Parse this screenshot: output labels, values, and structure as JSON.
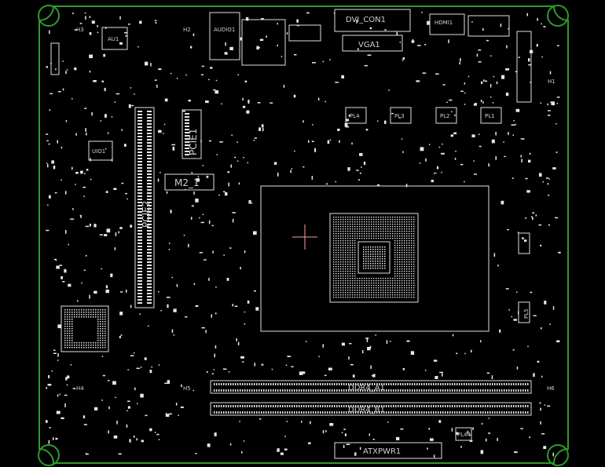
{
  "colors": {
    "background": "#000000",
    "board_edge": "#2f9a2f",
    "silkscreen": "#e0e0e0",
    "cursor": "#ff9a9a"
  },
  "labels": {
    "dvi_conn": "DVI_CON1",
    "vga": "VGA1",
    "hdmi": "HDMI1",
    "audio": "AUDIO1",
    "au1": "AU1",
    "h3": "H3",
    "h2": "H2",
    "h1": "H1",
    "h4": "H4",
    "h5": "H5",
    "h6": "H6",
    "pl1": "PL1",
    "pl2": "PL2",
    "pl3": "PL3",
    "pl4": "PL4",
    "pl44": "PL44",
    "pl5": "PL5",
    "pcie1": "PCIE1",
    "pcie2": "PCIE2",
    "m2": "M2_1",
    "uio1": "UIO1",
    "ddr4_a1": "DDR4_A1",
    "ddr4_b1": "DDR4_B1",
    "atxpwr": "ATXPWR1"
  }
}
